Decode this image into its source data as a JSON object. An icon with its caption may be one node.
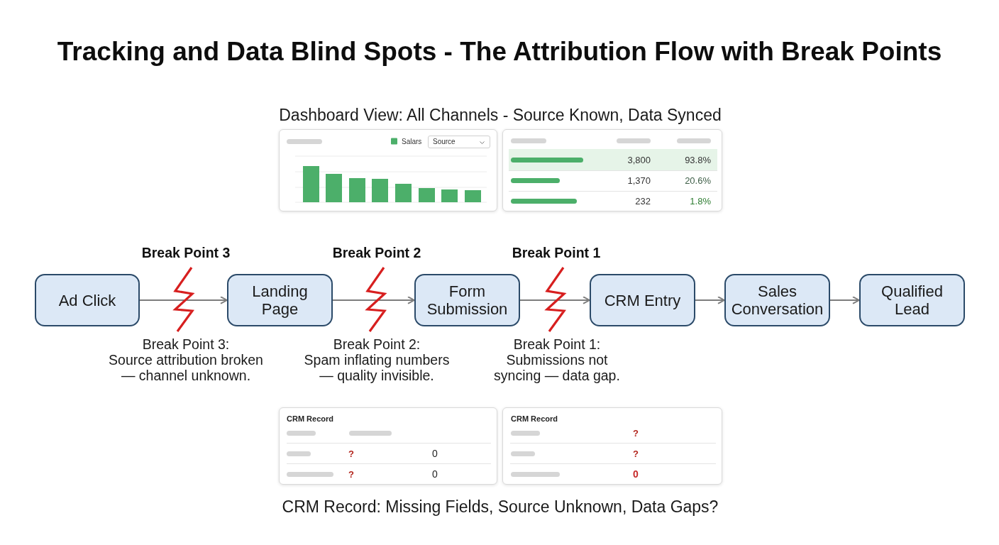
{
  "diagram": {
    "title": "Tracking and Data Blind Spots - The Attribution Flow with Break Points",
    "nodes": [
      {
        "text": [
          "Source"
        ]
      },
      {
        "text": [
          "3,800",
          "93.8%",
          "1,370",
          "20.6%",
          "232",
          "1.8%"
        ]
      },
      {
        "text": [
          "Ad Click"
        ]
      },
      {
        "text": [
          "Landing Page"
        ]
      },
      {
        "text": [
          "Form Submission"
        ]
      },
      {
        "text": [
          "CRM Entry"
        ]
      },
      {
        "text": [
          "Sales Conversation"
        ]
      },
      {
        "text": [
          "Qualified Lead"
        ]
      },
      {
        "text": [
          "CRM Record",
          "?",
          "0",
          "?",
          "0"
        ]
      },
      {
        "text": [
          "CRM Record",
          "?",
          "?",
          "0"
        ]
      }
    ],
    "edges": [
      {
        "from": 2,
        "to": 3,
        "arrow": "to"
      },
      {
        "from": 3,
        "to": 4,
        "arrow": "to"
      },
      {
        "from": 4,
        "to": 5,
        "arrow": "to"
      },
      {
        "from": 5,
        "to": 6,
        "arrow": "to"
      },
      {
        "from": 6,
        "to": 7,
        "arrow": "to"
      }
    ],
    "labels": [
      "Dashboard View: All Channels - Source Known, Data Synced",
      "Break Point 3",
      "Break Point 2",
      "Break Point 1",
      "Break Point 3: Source attribution broken — channel unknown.",
      "Break Point 2: Spam inflating numbers — quality invisible.",
      "Break Point 1: Submissions not syncing — data gap.",
      "CRM Record: Missing Fields, Source Unknown, Data Gaps?"
    ],
    "legend": [
      {
        "text": "Salars",
        "color": "#4caf6a"
      }
    ]
  }
}
